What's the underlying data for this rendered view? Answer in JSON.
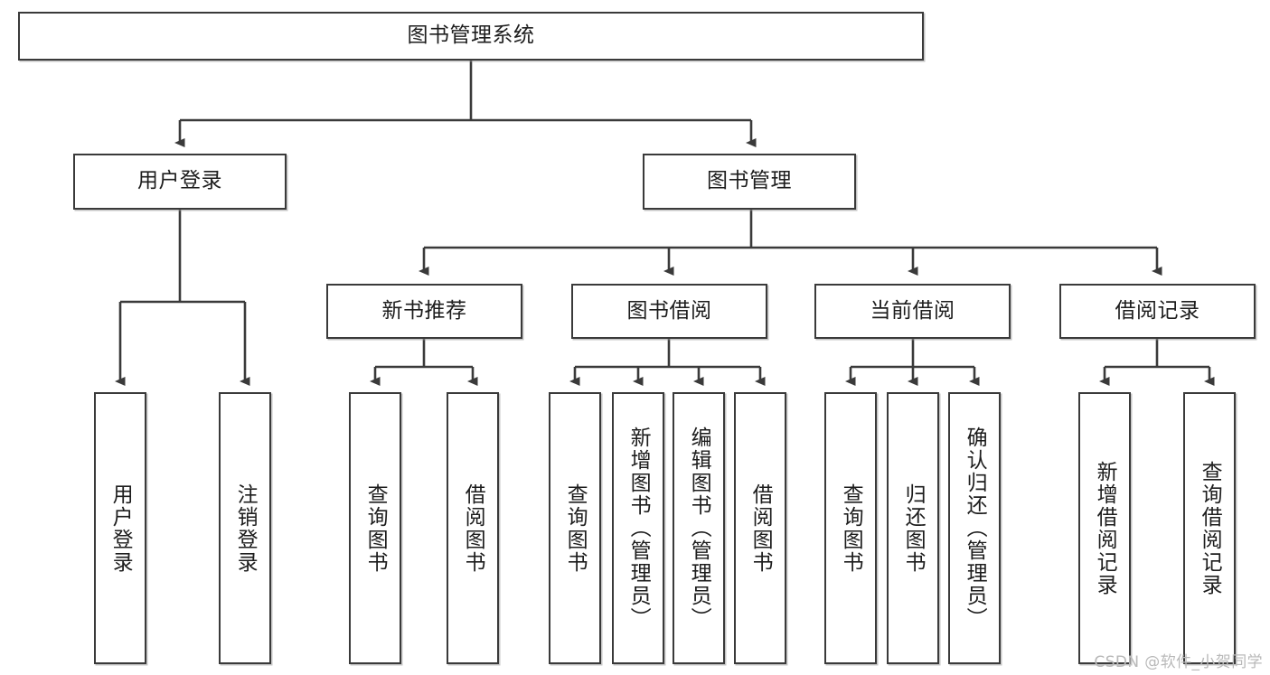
{
  "diagram": {
    "title_node": {
      "label": "图书管理系统"
    },
    "level2": [
      {
        "id": "user-login",
        "label": "用户登录"
      },
      {
        "id": "book-management",
        "label": "图书管理"
      }
    ],
    "level3": [
      {
        "id": "new-book-recommend",
        "label": "新书推荐"
      },
      {
        "id": "book-borrow",
        "label": "图书借阅"
      },
      {
        "id": "current-borrow",
        "label": "当前借阅"
      },
      {
        "id": "borrow-record",
        "label": "借阅记录"
      }
    ],
    "leaves": [
      {
        "id": "leaf-user-login",
        "label": "用户登录",
        "parent": "user-login"
      },
      {
        "id": "leaf-user-logout",
        "label": "注销登录",
        "parent": "user-login"
      },
      {
        "id": "leaf-query-book-1",
        "label": "查询图书",
        "parent": "new-book-recommend"
      },
      {
        "id": "leaf-borrow-book-1",
        "label": "借阅图书",
        "parent": "new-book-recommend"
      },
      {
        "id": "leaf-query-book-2",
        "label": "查询图书",
        "parent": "book-borrow"
      },
      {
        "id": "leaf-add-book",
        "label": "新增图书（管理员）",
        "parent": "book-borrow"
      },
      {
        "id": "leaf-edit-book",
        "label": "编辑图书（管理员）",
        "parent": "book-borrow"
      },
      {
        "id": "leaf-borrow-book-2",
        "label": "借阅图书",
        "parent": "book-borrow"
      },
      {
        "id": "leaf-query-book-3",
        "label": "查询图书",
        "parent": "current-borrow"
      },
      {
        "id": "leaf-return-book",
        "label": "归还图书",
        "parent": "current-borrow"
      },
      {
        "id": "leaf-confirm-return",
        "label": "确认归还（管理员）",
        "parent": "current-borrow"
      },
      {
        "id": "leaf-add-record",
        "label": "新增借阅记录",
        "parent": "borrow-record"
      },
      {
        "id": "leaf-query-record",
        "label": "查询借阅记录",
        "parent": "borrow-record"
      }
    ],
    "colors": {
      "stroke": "#3a3a3a",
      "box_fill": "#ffffff",
      "text": "#1d1d1d",
      "watermark": "#b9b9b9"
    }
  },
  "watermark": {
    "text": "CSDN @软件_小贺同学"
  }
}
